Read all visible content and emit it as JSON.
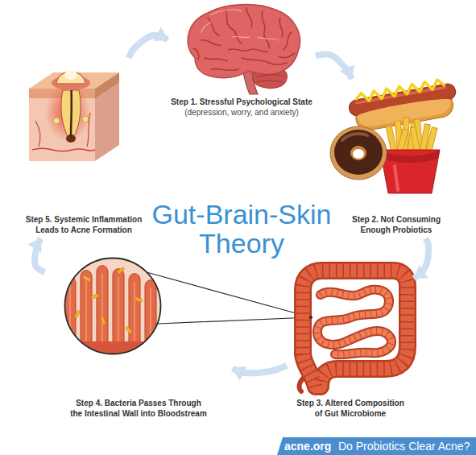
{
  "diagram": {
    "title": "Gut-Brain-Skin Theory",
    "nodes": [
      {
        "text": [
          "Step 1. Stressful Psychological State",
          "(depression, worry, and anxiety)"
        ]
      },
      {
        "text": [
          "Step 2. Not Consuming Enough Probiotics"
        ]
      },
      {
        "text": [
          "Step 3. Altered Composition of Gut Microbiome"
        ]
      },
      {
        "text": [
          "Step 4. Bacteria Passes Through the Intestinal Wall into Bloodstream"
        ]
      },
      {
        "text": [
          "Step 5. Systemic Inflammation Leads to Acne Formation"
        ]
      }
    ],
    "edges": [
      {
        "from": 0,
        "to": 1,
        "arrow": "to"
      },
      {
        "from": 1,
        "to": 2,
        "arrow": "to"
      },
      {
        "from": 2,
        "to": 3,
        "arrow": "to"
      },
      {
        "from": 3,
        "to": 4,
        "arrow": "to"
      },
      {
        "from": 4,
        "to": 0,
        "arrow": "to"
      }
    ],
    "labels": [
      "acne.org",
      "Do Probiotics Clear Acne?"
    ]
  }
}
